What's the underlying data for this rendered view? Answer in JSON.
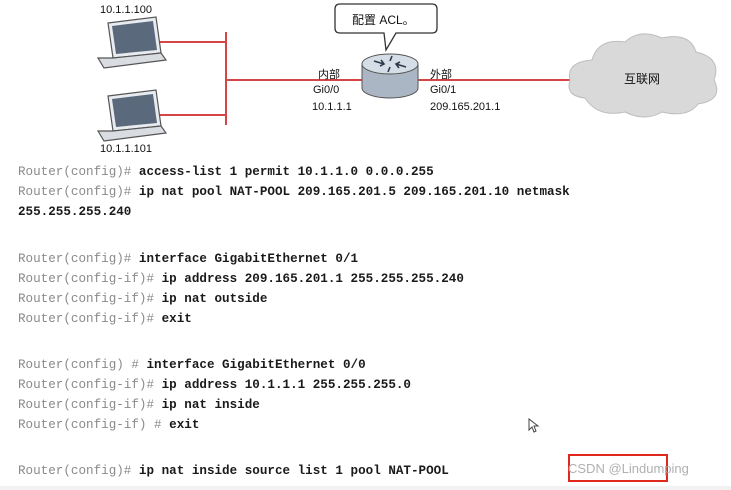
{
  "topology": {
    "host1_ip": "10.1.1.100",
    "host2_ip": "10.1.1.101",
    "callout": "配置 ACL。",
    "inside_label": "内部",
    "inside_if": "Gi0/0",
    "inside_ip": "10.1.1.1",
    "outside_label": "外部",
    "outside_if": "Gi0/1",
    "outside_ip": "209.165.201.1",
    "cloud_label": "互联网",
    "colors": {
      "link": "#d64545",
      "cloud": "#d9d9d9",
      "router": "#c9d2dc"
    }
  },
  "config_lines": [
    {
      "prompt": "Router(config)# ",
      "cmd": "access-list 1 permit 10.1.1.0 0.0.0.255"
    },
    {
      "prompt": "Router(config)# ",
      "cmd": "ip nat pool NAT-POOL 209.165.201.5 209.165.201.10 netmask"
    },
    {
      "prompt": "",
      "cmd": "255.255.255.240"
    },
    {
      "prompt": "Router(config)# ",
      "cmd": "interface GigabitEthernet 0/1"
    },
    {
      "prompt": "Router(config-if)# ",
      "cmd": "ip address 209.165.201.1 255.255.255.240"
    },
    {
      "prompt": "Router(config-if)# ",
      "cmd": "ip nat outside"
    },
    {
      "prompt": "Router(config-if)# ",
      "cmd": "exit"
    },
    {
      "prompt": "Router(config) # ",
      "cmd": "interface GigabitEthernet 0/0"
    },
    {
      "prompt": "Router(config-if)# ",
      "cmd": "ip address 10.1.1.1 255.255.255.0"
    },
    {
      "prompt": "Router(config-if)# ",
      "cmd": "ip nat inside"
    },
    {
      "prompt": "Router(config-if) # ",
      "cmd": "exit"
    },
    {
      "prompt": "Router(config)# ",
      "cmd": "ip nat inside source list 1 pool NAT-POOL"
    }
  ],
  "watermark": "CSDN @Lindumping",
  "colors": {
    "highlight_box": "#e0281e"
  }
}
